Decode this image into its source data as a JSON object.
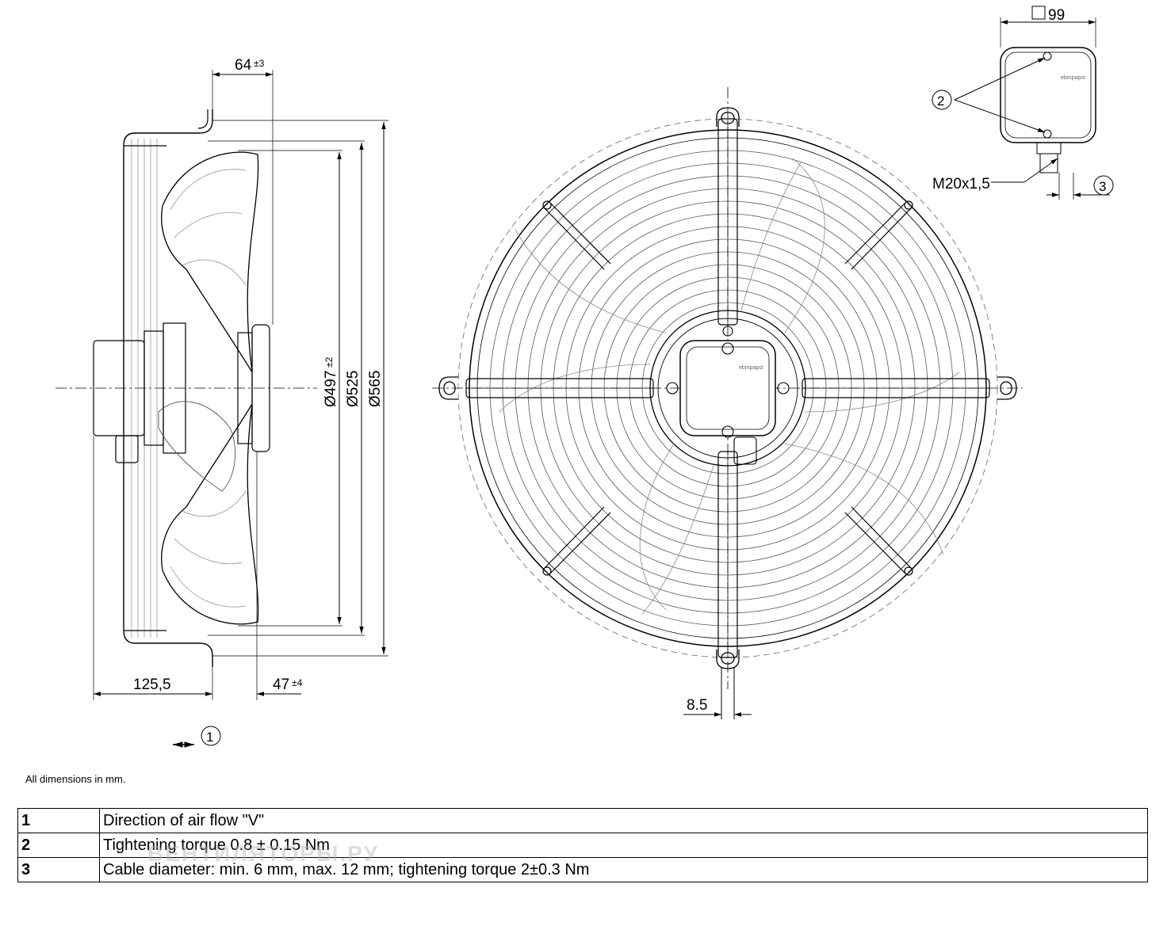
{
  "dimensions": {
    "depth_top": "64",
    "depth_top_tol": "±3",
    "dia_inner": "Ø497",
    "dia_inner_tol": "±2",
    "dia_mid": "Ø525",
    "dia_outer": "Ø565",
    "depth_left": "125,5",
    "depth_right": "47",
    "depth_right_tol": "±4",
    "hole_offset": "8.5",
    "box_width": "99",
    "thread": "M20x1,5"
  },
  "callouts": {
    "airflow": "1",
    "screws": "2",
    "cable": "3"
  },
  "box_logo": "ebmpapst",
  "note": "All dimensions in mm.",
  "legend": [
    {
      "num": "1",
      "text": "Direction of air flow \"V\""
    },
    {
      "num": "2",
      "text": "Tightening torque 0.8 ± 0.15 Nm"
    },
    {
      "num": "3",
      "text": "Cable diameter: min. 6 mm, max. 12 mm; tightening torque 2±0.3 Nm"
    }
  ],
  "watermark": "ВЕНТИЛЯТОРЫ.РУ"
}
